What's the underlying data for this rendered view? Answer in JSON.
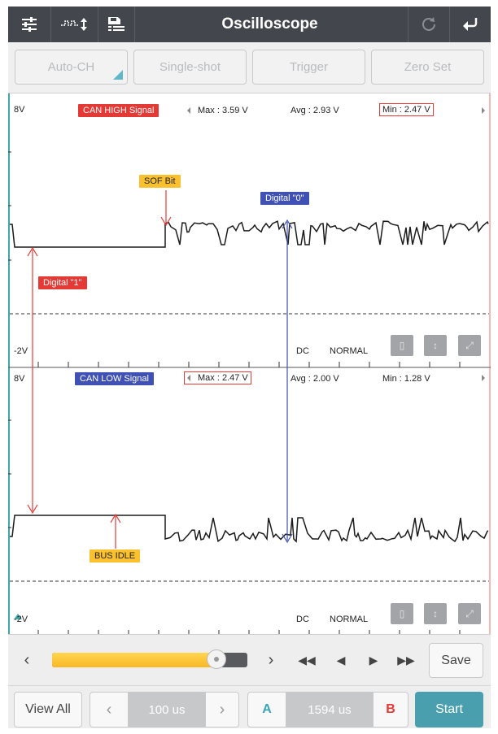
{
  "header": {
    "title": "Oscilloscope",
    "icons": [
      "settings-sliders-icon",
      "waveform-toggle-icon",
      "save-list-icon",
      "refresh-icon",
      "back-icon"
    ]
  },
  "toolbar": {
    "auto_ch": "Auto-CH",
    "single_shot": "Single-shot",
    "trigger": "Trigger",
    "zero_set": "Zero Set"
  },
  "channel1": {
    "top_scale": "8V",
    "bottom_scale": "-2V",
    "name": "CAN HIGH Signal",
    "max": "Max : 3.59 V",
    "avg": "Avg : 2.93 V",
    "min": "Min : 2.47 V",
    "coupling": "DC",
    "mode": "NORMAL",
    "color": "#e53935"
  },
  "channel2": {
    "top_scale": "8V",
    "bottom_scale": "-2V",
    "name": "CAN LOW Signal",
    "max": "Max : 2.47 V",
    "avg": "Avg : 2.00 V",
    "min": "Min : 1.28 V",
    "coupling": "DC",
    "mode": "NORMAL",
    "color": "#3f51b5"
  },
  "annotations": {
    "sof_bit": "SOF Bit",
    "digital_0": "Digital \"0\"",
    "digital_1": "Digital \"1\"",
    "bus_idle": "BUS IDLE",
    "highlight_color": "#fbc02d"
  },
  "controls": {
    "slider_level": 0.84,
    "save": "Save",
    "view_all": "View All",
    "time_div": "100 us",
    "cursor_a": "A",
    "cursor_delta": "1594 us",
    "cursor_b": "B",
    "start": "Start",
    "accent": "#4a9faf"
  }
}
